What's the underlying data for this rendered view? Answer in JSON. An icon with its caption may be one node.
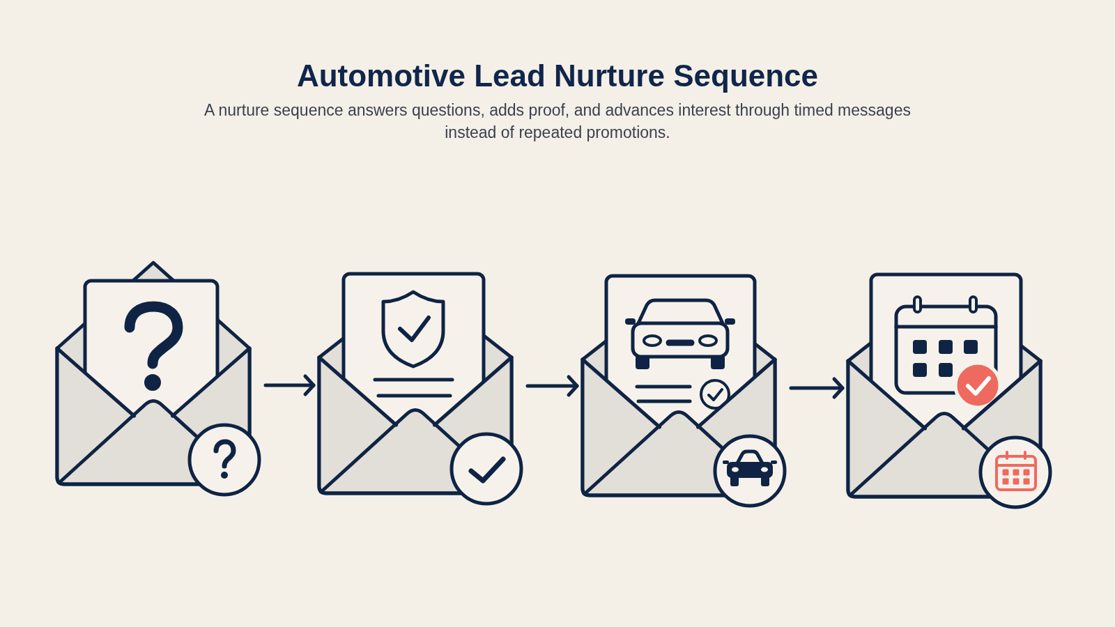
{
  "diagram": {
    "title": "Automotive Lead Nurture Sequence",
    "nodes": [
      {
        "text": [],
        "shape": "picture"
      },
      {
        "text": [],
        "shape": "picture"
      },
      {
        "text": [],
        "shape": "picture"
      },
      {
        "text": [],
        "shape": "picture"
      }
    ],
    "edges": [
      {
        "from": 0,
        "to": 1,
        "arrow": "to"
      },
      {
        "from": 1,
        "to": 2,
        "arrow": "to"
      },
      {
        "from": 2,
        "to": 3,
        "arrow": "to"
      }
    ],
    "labels": [
      "A nurture sequence answers questions, adds proof, and advances interest through timed messages instead of repeated promotions."
    ]
  }
}
